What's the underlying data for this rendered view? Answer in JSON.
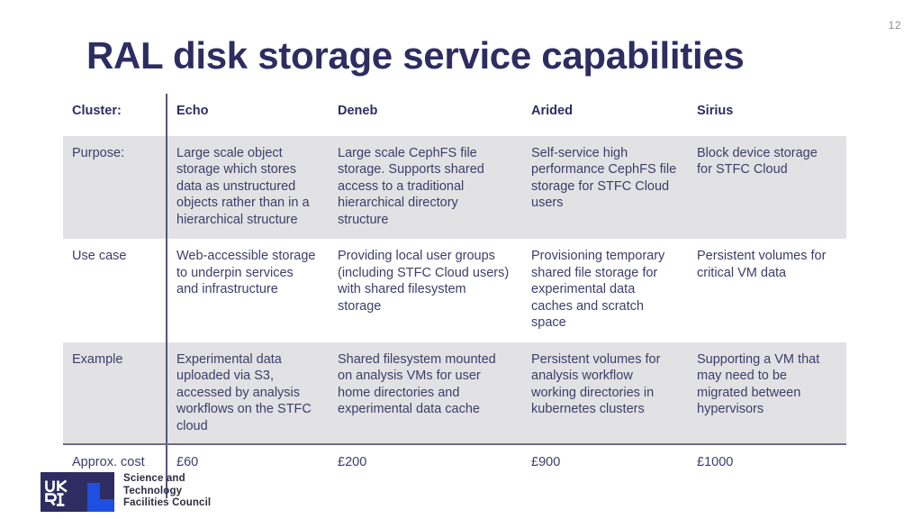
{
  "slide": {
    "page_number": "12",
    "title": "RAL disk storage service capabilities",
    "title_color": "#2E2D62",
    "body_text_color": "#3D3D6B",
    "band_color": "#E2E2E4",
    "rule_color": "#6B6B86"
  },
  "table": {
    "columns": [
      "Cluster:",
      "Echo",
      "Deneb",
      "Arided",
      "Sirius"
    ],
    "rows": [
      {
        "label": "Purpose:",
        "shaded": true,
        "cells": [
          "Large scale object storage which stores data as unstructured objects rather than in a hierarchical structure",
          "Large scale CephFS file storage. Supports shared access to a traditional hierarchical directory structure",
          "Self-service high performance CephFS file storage for STFC Cloud users",
          "Block device storage for STFC Cloud"
        ]
      },
      {
        "label": "Use case",
        "shaded": false,
        "cells": [
          "Web-accessible storage to underpin services and infrastructure",
          "Providing local user groups (including STFC Cloud users) with shared filesystem storage",
          "Provisioning temporary shared file storage for experimental data caches and scratch space",
          "Persistent volumes for critical VM data"
        ]
      },
      {
        "label": "Example",
        "shaded": true,
        "cells": [
          "Experimental data uploaded via S3, accessed by analysis workflows on the STFC cloud",
          "Shared filesystem mounted on analysis VMs for user home directories and experimental data cache",
          "Persistent volumes for analysis workflow working directories in kubernetes clusters",
          "Supporting a VM that may need to be migrated between hypervisors"
        ]
      },
      {
        "label": "Approx. cost per TB",
        "shaded": false,
        "cells": [
          "£60",
          "£200",
          "£900",
          "£1000"
        ]
      }
    ]
  },
  "logo": {
    "mark_alt": "UKRI",
    "line1": "Science and",
    "line2": "Technology",
    "line3": "Facilities Council",
    "navy": "#2E2D62",
    "blue": "#1E4FE0"
  }
}
